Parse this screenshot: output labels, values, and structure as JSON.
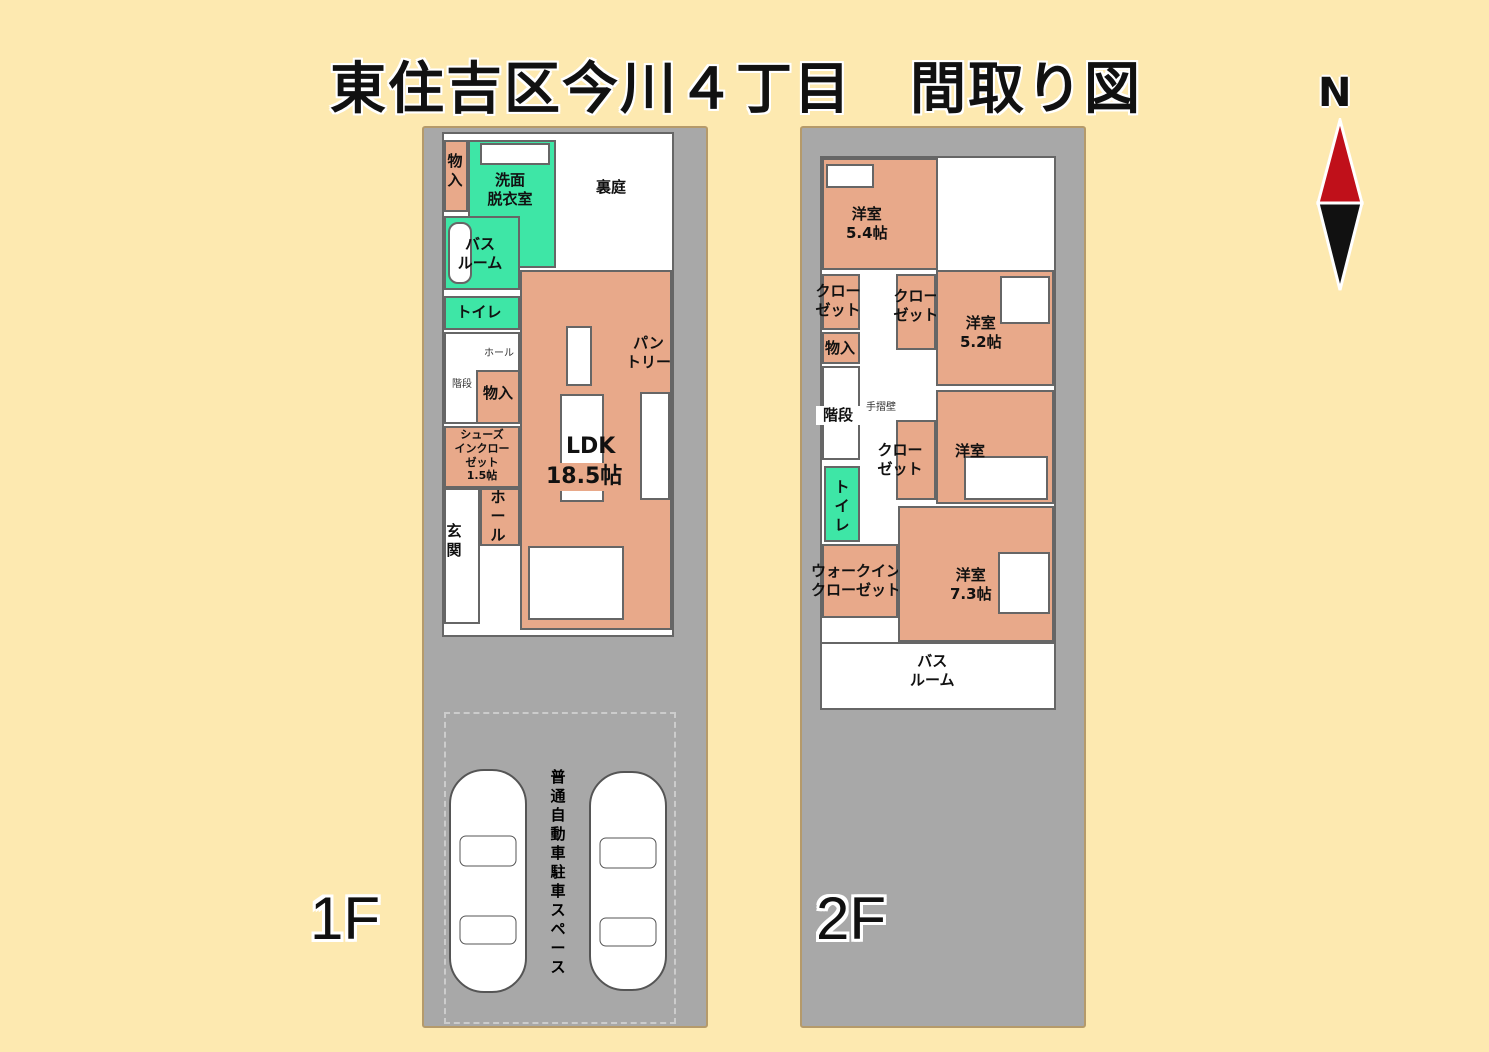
{
  "title": "東住吉区今川４丁目　間取り図",
  "compass": "N",
  "floor1": {
    "label": "1F",
    "rooms": {
      "storage_top": "物\n入",
      "washroom": "洗面\n脱衣室",
      "backyard": "裏庭",
      "bath": "バス\nルーム",
      "toilet": "トイレ",
      "hall_small": "ホール",
      "stairs_small": "階段",
      "storage_mid": "物入",
      "shoe_closet": "シューズ\nインクロー\nゼット\n1.5帖",
      "hall": "ホール",
      "entrance": "玄\n関",
      "pantry": "パン\nトリー",
      "ldk_name": "LDK",
      "ldk_size": "18.5帖",
      "parking": "普通自動車駐車スペース"
    }
  },
  "floor2": {
    "label": "2F",
    "rooms": {
      "western1": "洋室\n5.4帖",
      "closet1": "クロー\nゼット",
      "closet2": "クロー\nゼット",
      "western2": "洋室\n5.2帖",
      "storage": "物入",
      "stairs": "階段",
      "handrail": "手摺壁",
      "closet3": "クロー\nゼット",
      "western3": "洋室",
      "toilet": "トイレ",
      "wic": "ウォークイン\nクローゼット",
      "western4": "洋室\n7.3帖",
      "balcony": "バス\nルーム"
    }
  },
  "colors": {
    "background": "#fde9b0",
    "lot": "#a8a8a8",
    "room_orange": "#e8a98a",
    "room_green": "#3ee6a6",
    "compass_red": "#c0101a",
    "compass_black": "#111111"
  }
}
